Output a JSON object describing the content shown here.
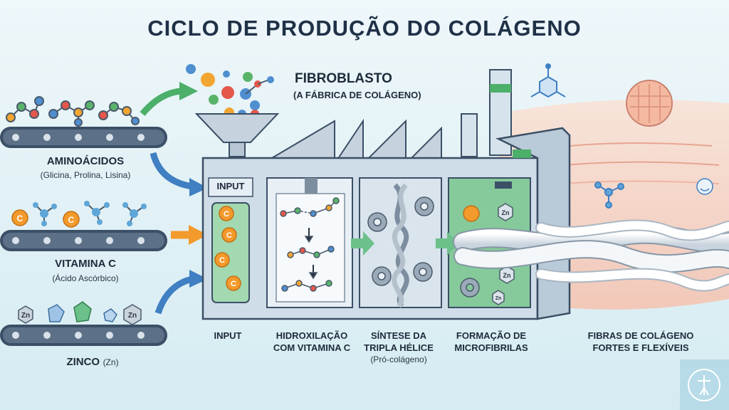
{
  "title": "CICLO DE PRODUÇÃO DO COLÁGENO",
  "factory": {
    "name": "FIBROBLASTO",
    "subtitle": "(A FÁBRICA DE COLÁGENO)",
    "input_sign": "INPUT"
  },
  "inputs": [
    {
      "label": "AMINOÁCIDOS",
      "detail": "(Glicina, Prolina, Lisina)"
    },
    {
      "label": "VITAMINA C",
      "detail": "(Ácido Ascórbico)"
    },
    {
      "label": "ZINCO",
      "detail": "(Zn)"
    }
  ],
  "stages": [
    {
      "line1": "INPUT",
      "line2": ""
    },
    {
      "line1": "HIDROXILAÇÃO",
      "line2": "COM VITAMINA C"
    },
    {
      "line1": "SÍNTESE DA",
      "line2": "TRIPLA HÉLICE",
      "note": "(Pró-colágeno)"
    },
    {
      "line1": "FORMAÇÃO DE",
      "line2": "MICROFIBRILAS"
    }
  ],
  "output": {
    "line1": "FIBRAS DE COLÁGENO",
    "line2": "FORTES E FLEXÍVEIS"
  },
  "symbols": {
    "vitamin_c": "C",
    "zinc": "Zn"
  },
  "colors": {
    "orange": "#f39a2c",
    "blue": "#3f7fc2",
    "green": "#4caf6a",
    "factory": "#cfdde8",
    "skin": "#f6d0c0"
  }
}
